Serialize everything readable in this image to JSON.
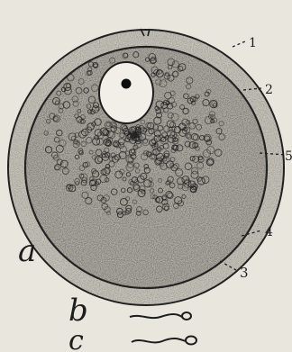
{
  "figure": {
    "panel_labels": {
      "a": "a",
      "b": "b",
      "c": "c"
    },
    "callouts": [
      {
        "id": "1",
        "text": "1"
      },
      {
        "id": "2",
        "text": "2"
      },
      {
        "id": "3",
        "text": "3"
      },
      {
        "id": "4",
        "text": "4"
      },
      {
        "id": "5",
        "text": "5"
      }
    ],
    "colors": {
      "paper": "#e9e6dd",
      "ink": "#1d1d1d",
      "zona": "#cbc7bd",
      "yolk": "#b3afa5",
      "nucleus": "#f1efe8",
      "nucleolus": "#0e0e0e"
    }
  }
}
